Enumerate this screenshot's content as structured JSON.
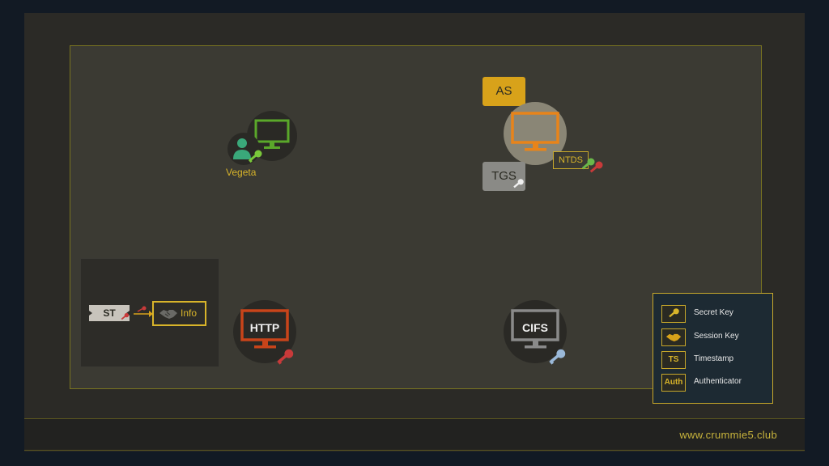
{
  "footer": {
    "url": "www.crummie5.club"
  },
  "nodes": {
    "user": {
      "name": "Vegeta"
    },
    "kdc": {
      "as_label": "AS",
      "tgs_label": "TGS",
      "ntds_label": "NTDS"
    },
    "http": {
      "label": "HTTP"
    },
    "cifs": {
      "label": "CIFS"
    }
  },
  "ticket": {
    "st_label": "ST",
    "info_label": "Info"
  },
  "legend": {
    "items": [
      {
        "icon": "key-icon",
        "label": "Secret Key"
      },
      {
        "icon": "handshake-icon",
        "label": "Session Key"
      },
      {
        "icon_text": "TS",
        "label": "Timestamp"
      },
      {
        "icon_text": "Auth",
        "label": "Authenticator"
      }
    ]
  },
  "colors": {
    "accent": "#c8a82a",
    "user_green": "#3aa87a",
    "monitor_green": "#5aa82a",
    "kdc_orange": "#e8841a",
    "http_red": "#c8441a",
    "cifs_gray": "#8a8a8a",
    "key_red": "#c83a3a",
    "key_blue": "#9ab8d8"
  }
}
